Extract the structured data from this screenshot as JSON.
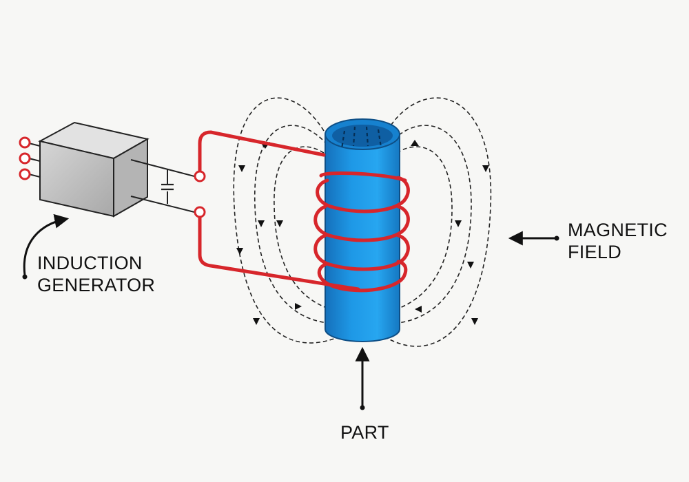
{
  "labels": {
    "generator": [
      "INDUCTION",
      "GENERATOR"
    ],
    "field": [
      "MAGNETIC",
      "FIELD"
    ],
    "part": "PART"
  },
  "icons": {
    "generator": "induction-generator-box-icon",
    "capacitor": "capacitor-symbol-icon",
    "coil": "copper-induction-coil-icon",
    "part": "cylindrical-part-icon",
    "field": "magnetic-field-loop-icon"
  },
  "colors": {
    "coil": "#d7262b",
    "part": "#1a93e0",
    "part_dark": "#1574bd",
    "generator_body": "#b9b9b9",
    "field_lines": "#222222",
    "background": "#f7f7f5"
  }
}
